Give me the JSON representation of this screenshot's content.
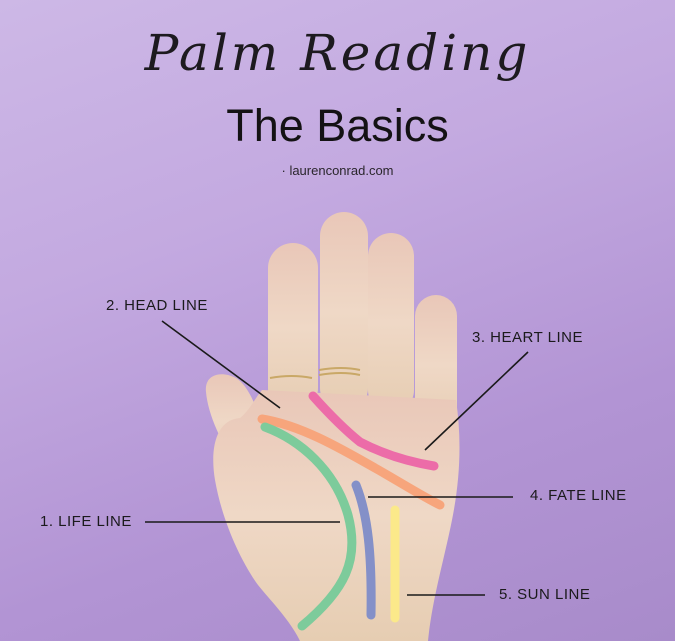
{
  "header": {
    "title_script": "Palm Reading",
    "title_main": "The Basics",
    "source": "· laurenconrad.com"
  },
  "labels": [
    {
      "id": "life",
      "text": "1. LIFE LINE",
      "color": "#7dcb9b"
    },
    {
      "id": "head",
      "text": "2. HEAD LINE",
      "color": "#f7a57c"
    },
    {
      "id": "heart",
      "text": "3. HEART LINE",
      "color": "#ec6ca8"
    },
    {
      "id": "fate",
      "text": "4. FATE LINE",
      "color": "#8490c8"
    },
    {
      "id": "sun",
      "text": "5. SUN LINE",
      "color": "#fbe98a"
    }
  ],
  "colors": {
    "background": "#c3a9e0",
    "skin": "#ecd3c0",
    "ring": "#c9a867",
    "leader": "#1a1a1a"
  }
}
